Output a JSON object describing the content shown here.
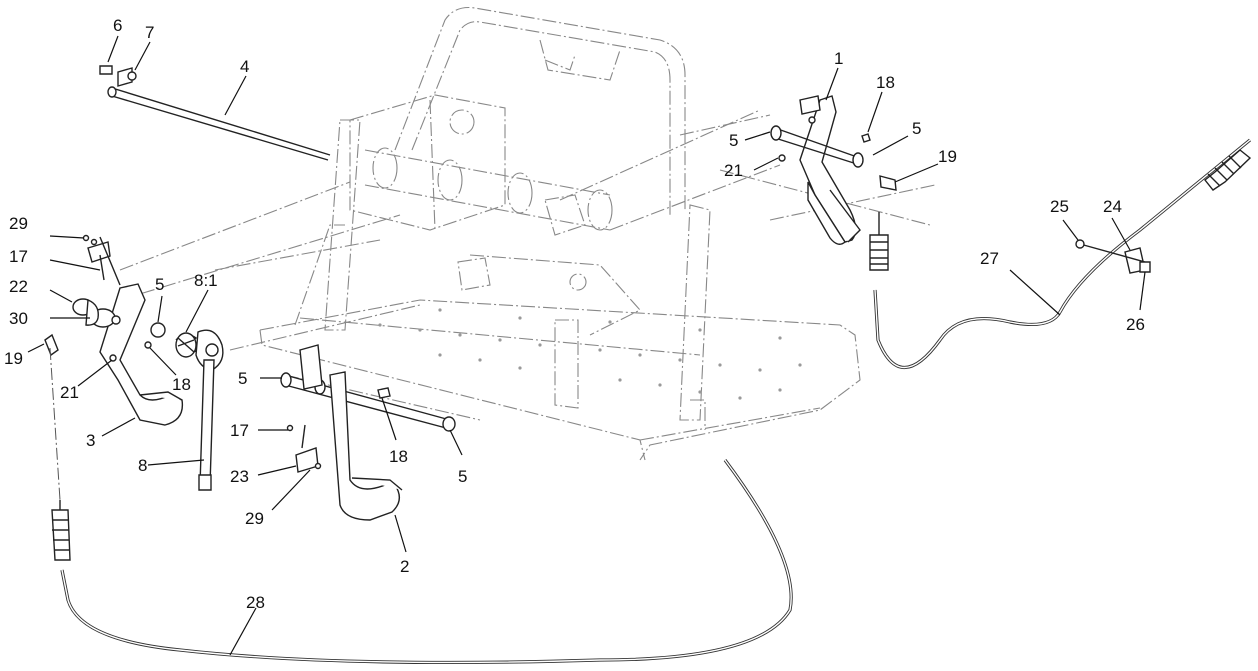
{
  "callouts": [
    {
      "id": "c6",
      "text": "6"
    },
    {
      "id": "c7",
      "text": "7"
    },
    {
      "id": "c4",
      "text": "4"
    },
    {
      "id": "c1",
      "text": "1"
    },
    {
      "id": "c18a",
      "text": "18"
    },
    {
      "id": "c5a",
      "text": "5"
    },
    {
      "id": "c5b",
      "text": "5"
    },
    {
      "id": "c21a",
      "text": "21"
    },
    {
      "id": "c19a",
      "text": "19"
    },
    {
      "id": "c25",
      "text": "25"
    },
    {
      "id": "c24",
      "text": "24"
    },
    {
      "id": "c27",
      "text": "27"
    },
    {
      "id": "c26",
      "text": "26"
    },
    {
      "id": "c29a",
      "text": "29"
    },
    {
      "id": "c17a",
      "text": "17"
    },
    {
      "id": "c22",
      "text": "22"
    },
    {
      "id": "c30",
      "text": "30"
    },
    {
      "id": "c19b",
      "text": "19"
    },
    {
      "id": "c21b",
      "text": "21"
    },
    {
      "id": "c5c",
      "text": "5"
    },
    {
      "id": "c81",
      "text": "8:1"
    },
    {
      "id": "c18b",
      "text": "18"
    },
    {
      "id": "c3",
      "text": "3"
    },
    {
      "id": "c8",
      "text": "8"
    },
    {
      "id": "c5d",
      "text": "5"
    },
    {
      "id": "c17b",
      "text": "17"
    },
    {
      "id": "c23",
      "text": "23"
    },
    {
      "id": "c29b",
      "text": "29"
    },
    {
      "id": "c18c",
      "text": "18"
    },
    {
      "id": "c5e",
      "text": "5"
    },
    {
      "id": "c2",
      "text": "2"
    },
    {
      "id": "c28",
      "text": "28"
    }
  ]
}
